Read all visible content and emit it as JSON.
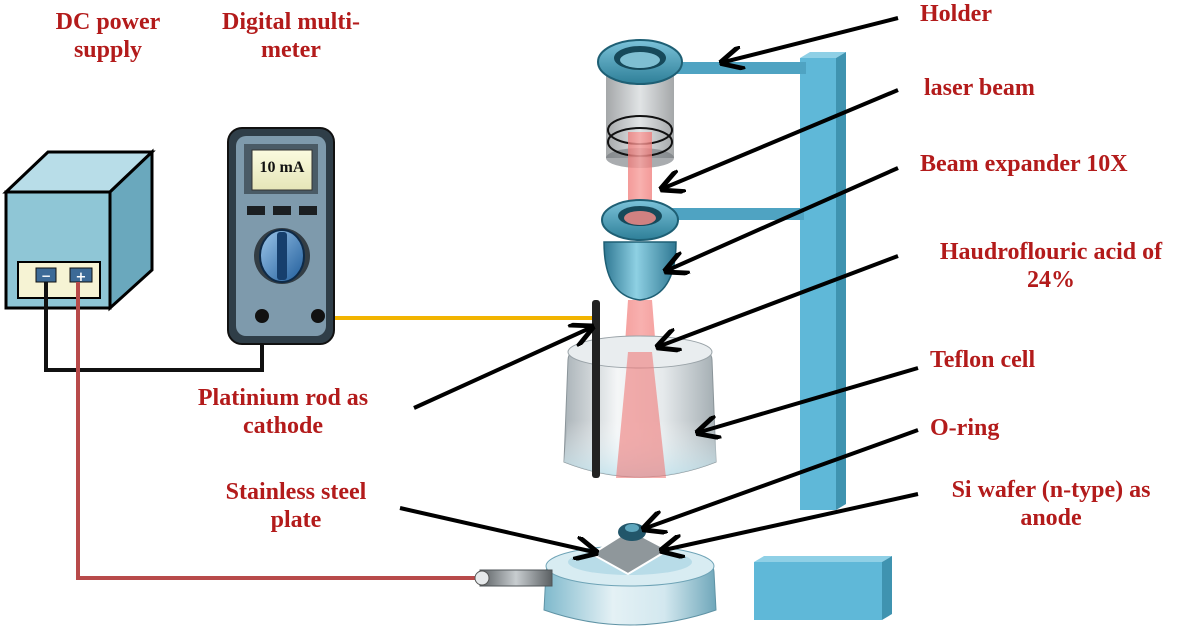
{
  "labels": {
    "dc_power_supply": [
      "DC power",
      "supply"
    ],
    "digital_multimeter": [
      "Digital multi-",
      "meter"
    ],
    "holder": "Holder",
    "laser_beam": "laser beam",
    "beam_expander": "Beam expander 10X",
    "hf_acid": [
      "Haudroflouric acid of",
      "24%"
    ],
    "teflon_cell": "Teflon cell",
    "o_ring": "O-ring",
    "si_wafer": [
      "Si  wafer (n-type) as",
      "anode"
    ],
    "platinum_rod": [
      "Platinium rod as",
      "cathode"
    ],
    "stainless_plate": [
      "Stainless steel",
      "plate"
    ]
  },
  "meter": {
    "reading": "10 mA"
  },
  "power_supply": {
    "negative_symbol": "−",
    "positive_symbol": "+"
  },
  "colors": {
    "label_text": "#b31b1b",
    "holder_stand": "#5fb8d8",
    "laser": "#f07a78",
    "wire_red": "#b84a4a",
    "wire_yellow": "#f2b400",
    "wire_black": "#111111",
    "power_box": "#8fc6d6",
    "meter_body": "#6f8fa3"
  }
}
